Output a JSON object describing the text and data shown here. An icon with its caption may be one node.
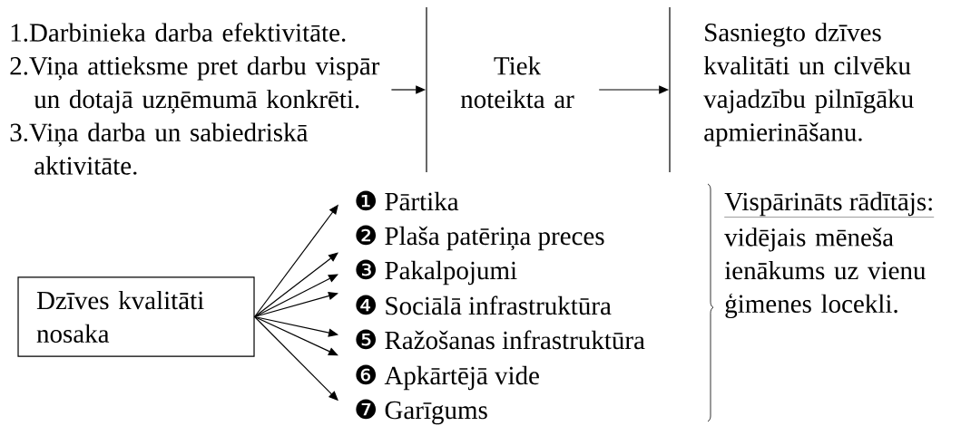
{
  "diagram": {
    "nodes": [
      {
        "text": [
          "1.Darbinieka darba efektivitāte.",
          "2.Viņa attieksme pret darbu vispār un dotajā uzņēmumā konkrēti.",
          "3.Viņa darba un sabiedriskā aktivitāte."
        ]
      },
      {
        "text": [],
        "shape": "bar"
      },
      {
        "text": [
          "Tiek noteikta ar"
        ]
      },
      {
        "text": [],
        "shape": "bar"
      },
      {
        "text": [
          "Sasniegto dzīves kvalitāti un cilvēku vajadzību pilnīgāku apmierināšanu."
        ]
      },
      {
        "text": [
          "Dzīves kvalitāti nosaka"
        ]
      },
      {
        "text": [
          "❶ Pārtika"
        ]
      },
      {
        "text": [
          "❷ Plaša patēriņa preces"
        ]
      },
      {
        "text": [
          "❸ Pakalpojumi"
        ]
      },
      {
        "text": [
          "❹ Sociālā infrastruktūra"
        ]
      },
      {
        "text": [
          "❺ Ražošanas infrastruktūra"
        ]
      },
      {
        "text": [
          "❻ Apkārtējā vide"
        ]
      },
      {
        "text": [
          "❼ Garīgums"
        ]
      }
    ],
    "edges": [
      {
        "from": 0,
        "to": 1,
        "arrow": "to"
      },
      {
        "from": 2,
        "to": 3,
        "arrow": "to"
      },
      {
        "from": 5,
        "to": 6,
        "arrow": "to"
      },
      {
        "from": 5,
        "to": 7,
        "arrow": "to"
      },
      {
        "from": 5,
        "to": 8,
        "arrow": "to"
      },
      {
        "from": 5,
        "to": 9,
        "arrow": "to"
      },
      {
        "from": 5,
        "to": 10,
        "arrow": "to"
      },
      {
        "from": 5,
        "to": 11,
        "arrow": "to"
      },
      {
        "from": 5,
        "to": 12,
        "arrow": "to"
      }
    ],
    "labels": [
      "Vispārināts rādītājs:",
      "vidējais mēneša ienākums uz vienu ģimenes locekli."
    ]
  }
}
